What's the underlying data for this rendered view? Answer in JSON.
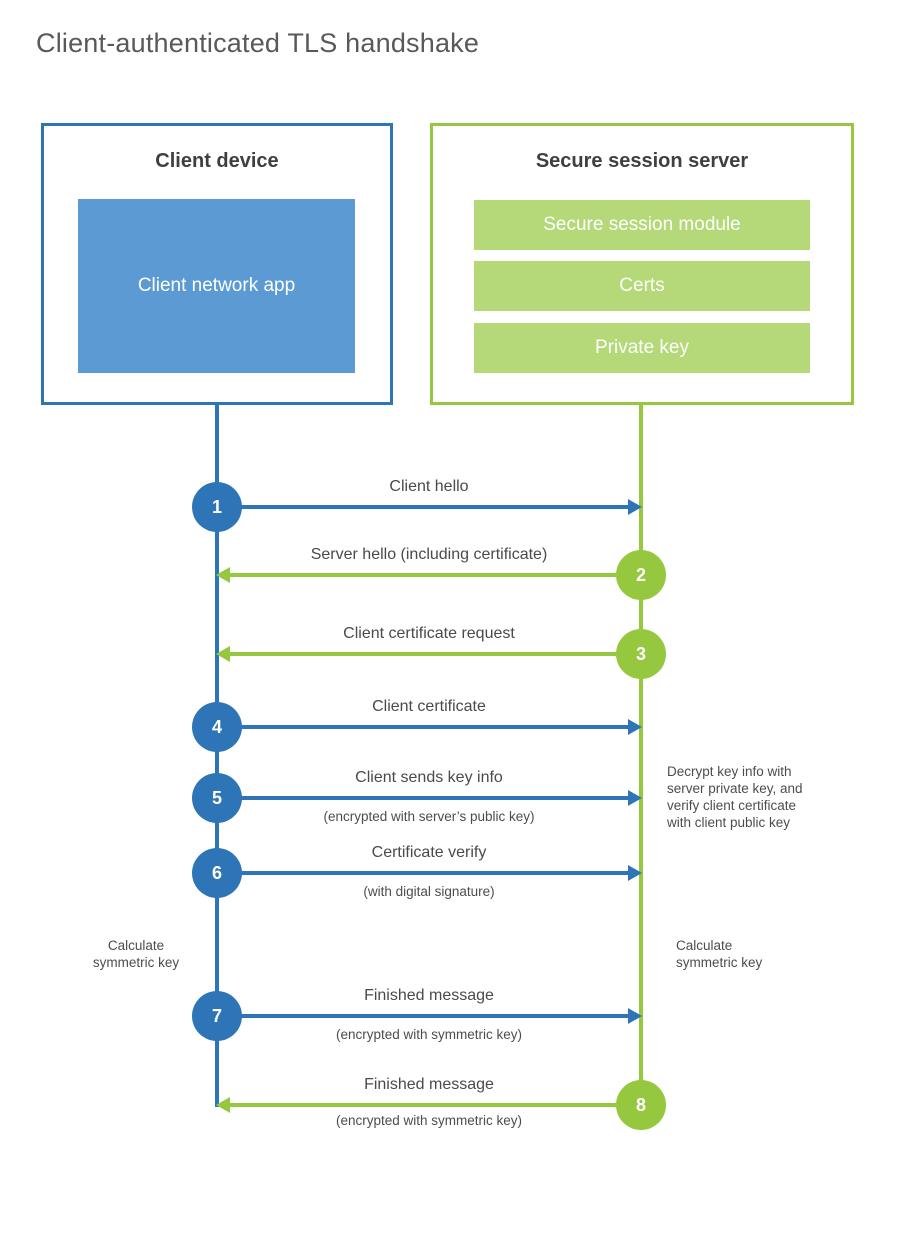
{
  "title": "Client-authenticated TLS handshake",
  "colors": {
    "client_accent": "#2e75b8",
    "client_fill": "#5b9ad2",
    "server_accent": "#95c83e",
    "server_fill": "#b5d878",
    "text_dark": "#3f3f3f",
    "text_label": "#4a4a4a"
  },
  "client_box": {
    "title": "Client device",
    "module": "Client network app"
  },
  "server_box": {
    "title": "Secure session server",
    "modules": [
      "Secure session module",
      "Certs",
      "Private key"
    ]
  },
  "steps": [
    {
      "num": "1",
      "label": "Client hello",
      "sublabel": "",
      "from": "client",
      "to": "server"
    },
    {
      "num": "2",
      "label": "Server hello (including certificate)",
      "sublabel": "",
      "from": "server",
      "to": "client"
    },
    {
      "num": "3",
      "label": "Client certificate request",
      "sublabel": "",
      "from": "server",
      "to": "client"
    },
    {
      "num": "4",
      "label": "Client certificate",
      "sublabel": "",
      "from": "client",
      "to": "server"
    },
    {
      "num": "5",
      "label": "Client sends key info",
      "sublabel": "(encrypted with server’s public key)",
      "from": "client",
      "to": "server"
    },
    {
      "num": "6",
      "label": "Certificate verify",
      "sublabel": "(with digital signature)",
      "from": "client",
      "to": "server"
    },
    {
      "num": "7",
      "label": "Finished message",
      "sublabel": "(encrypted with symmetric key)",
      "from": "client",
      "to": "server"
    },
    {
      "num": "8",
      "label": "Finished message",
      "sublabel": "(encrypted with symmetric key)",
      "from": "server",
      "to": "client"
    }
  ],
  "annotations": {
    "server_note": "Decrypt key info with\nserver private key, and\nverify client certificate\nwith client public key",
    "client_calc": "Calculate\nsymmetric key",
    "server_calc": "Calculate\nsymmetric key"
  }
}
